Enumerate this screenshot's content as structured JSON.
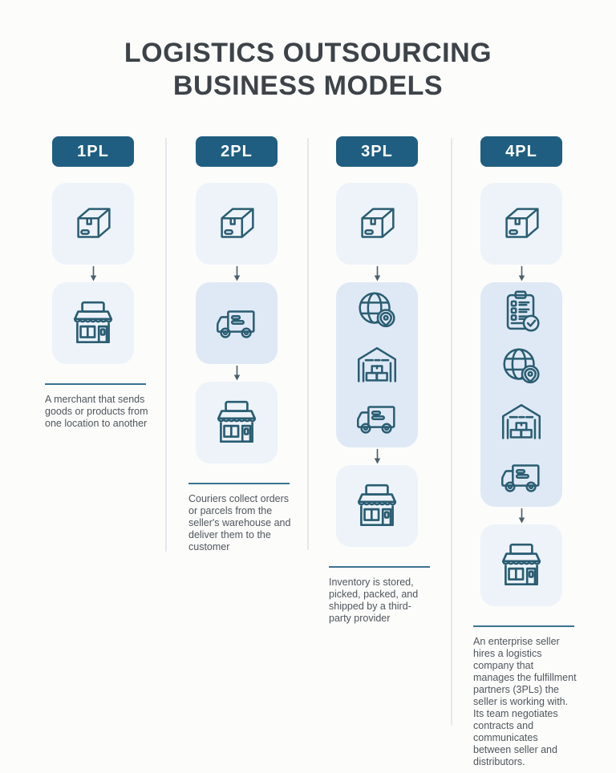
{
  "title": {
    "line1": "LOGISTICS OUTSOURCING",
    "line2": "BUSINESS MODELS"
  },
  "theme": {
    "background": "#fcfcfb",
    "badge_bg": "#1f5e80",
    "badge_text": "#ffffff",
    "icon_stroke": "#2a5d72",
    "panel_light": "#edf3f9",
    "panel_accent": "#dfe9f5",
    "rule_color": "#3a7390",
    "divider_color": "#e4e8ec",
    "title_color": "#3d4348",
    "body_text_color": "#50565c",
    "arrow_color": "#4b5f6a"
  },
  "columns": [
    {
      "id": "1pl",
      "badge": "1PL",
      "flow": [
        {
          "type": "panel",
          "tone": "light",
          "icons": [
            "box-icon"
          ]
        },
        {
          "type": "arrow"
        },
        {
          "type": "panel",
          "tone": "light",
          "icons": [
            "storefront-icon"
          ]
        }
      ],
      "description": "A merchant that sends goods or products from one location to another"
    },
    {
      "id": "2pl",
      "badge": "2PL",
      "flow": [
        {
          "type": "panel",
          "tone": "light",
          "icons": [
            "box-icon"
          ]
        },
        {
          "type": "arrow"
        },
        {
          "type": "panel",
          "tone": "accent",
          "icons": [
            "truck-icon"
          ]
        },
        {
          "type": "arrow"
        },
        {
          "type": "panel",
          "tone": "light",
          "icons": [
            "storefront-icon"
          ]
        }
      ],
      "description": "Couriers collect orders or parcels from the seller's warehouse and deliver them to the customer"
    },
    {
      "id": "3pl",
      "badge": "3PL",
      "flow": [
        {
          "type": "panel",
          "tone": "light",
          "icons": [
            "box-icon"
          ]
        },
        {
          "type": "arrow"
        },
        {
          "type": "panel",
          "tone": "accent",
          "icons": [
            "globe-pin-icon",
            "warehouse-icon",
            "truck-icon"
          ]
        },
        {
          "type": "arrow"
        },
        {
          "type": "panel",
          "tone": "light",
          "icons": [
            "storefront-icon"
          ]
        }
      ],
      "description": "Inventory is stored, picked, packed, and shipped by a third-party provider"
    },
    {
      "id": "4pl",
      "badge": "4PL",
      "flow": [
        {
          "type": "panel",
          "tone": "light",
          "icons": [
            "box-icon"
          ]
        },
        {
          "type": "arrow"
        },
        {
          "type": "panel",
          "tone": "accent",
          "icons": [
            "clipboard-check-icon",
            "globe-pin-icon",
            "warehouse-icon",
            "truck-icon"
          ]
        },
        {
          "type": "arrow"
        },
        {
          "type": "panel",
          "tone": "light",
          "icons": [
            "storefront-icon"
          ]
        }
      ],
      "description": "An enterprise seller hires a logistics company that manages the fulfillment partners (3PLs) the seller is working with. Its team negotiates contracts and communicates between seller and distributors."
    }
  ]
}
